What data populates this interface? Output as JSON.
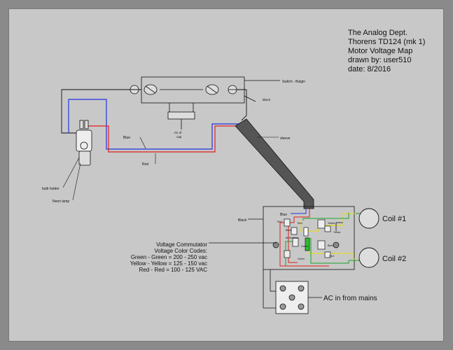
{
  "title_block": {
    "line1": "The Analog Dept.",
    "line2": "Thorens TD124 (mk 1)",
    "line3": "Motor Voltage Map",
    "line4": "drawn by: user510",
    "line5": "date: 8/2016"
  },
  "labels": {
    "switch": "Switch - Bulgin",
    "black_top": "Black",
    "cap": ".01 uf",
    "cap2": "cap",
    "blue_wire": "Blue",
    "red_wire": "Red",
    "sleeve": "sleeve",
    "bulb_holder": "bulb holder",
    "neon_lamp": "Neon lamp",
    "black_left": "Black",
    "blue_top": "Blue",
    "coil1": "Coil #1",
    "coil2": "Coil #2",
    "ac_in": "AC in from mains",
    "commutator_title": "Voltage Commutator",
    "commutator_codes": "Voltage Color Codes:",
    "code_green": "Green - Green = 200 - 250 vac",
    "code_yellow": "Yellow - Yellow = 125 - 150 vac",
    "code_red": "Red - Red = 100 - 125 VAC",
    "term_red": "Red",
    "term_red2": "Red",
    "term_yellow": "Yellow",
    "term_yellow2": "Yellow",
    "term_black": "Black",
    "term_black2": "Black",
    "term_green": "Green",
    "term_green2": "Green",
    "term_resistor": "8k Resistor",
    "term_red3": "Red"
  },
  "colors": {
    "red": "#e0201c",
    "blue": "#2233dd",
    "green": "#1aa32a",
    "yellow": "#e8e000",
    "black": "#111111"
  }
}
